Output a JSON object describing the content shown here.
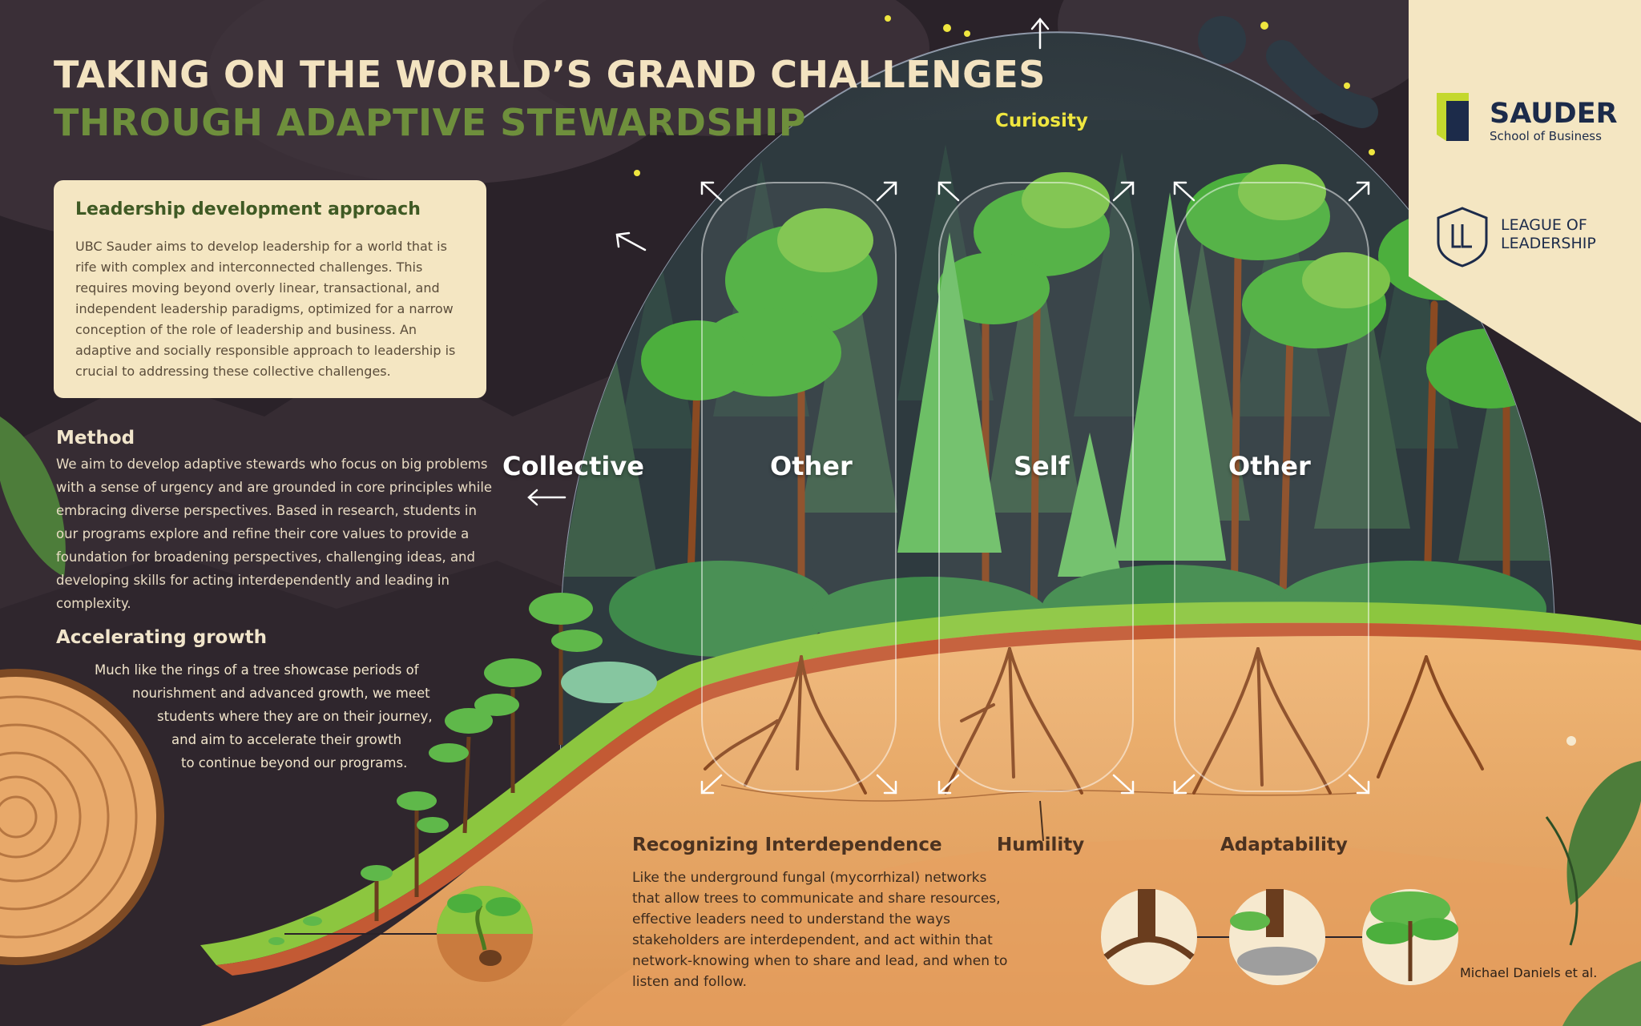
{
  "title": {
    "line1": "TAKING ON THE WORLD’S GRAND CHALLENGES",
    "line2": "THROUGH ADAPTIVE STEWARDSHIP"
  },
  "approach": {
    "heading": "Leadership development approach",
    "body": "UBC Sauder aims to develop leadership for a world that is rife with complex and interconnected challenges. This requires moving beyond overly linear, transactional, and independent leadership paradigms, optimized for a narrow conception of the role of leadership and business. An adaptive and socially responsible approach to leadership is crucial to addressing these collective challenges."
  },
  "method": {
    "heading": "Method",
    "body": "We aim to develop adaptive stewards who focus on big problems with a sense of urgency and are grounded in core principles while embracing diverse perspectives. Based in research, students in our programs explore and refine their core values to provide a foundation for broadening perspectives, challenging ideas, and developing skills for acting interdependently and leading in complexity."
  },
  "growth": {
    "heading": "Accelerating growth",
    "lines": [
      "Much like the rings of a tree showcase periods of",
      "nourishment and advanced growth, we meet",
      "students where they are on their journey,",
      "and aim to accelerate their growth",
      "to continue beyond our programs."
    ]
  },
  "dome": {
    "top_label": "Curiosity",
    "left_label": "Collective",
    "columns": [
      "Other",
      "Self",
      "Other"
    ]
  },
  "interdependence": {
    "heading": "Recognizing Interdependence",
    "body": "Like the underground fungal (mycorrhizal) networks that allow trees to communicate and share resources, effective leaders need to understand the ways stakeholders are interdependent, and act within that network-knowing when to share and lead, and when to listen and follow."
  },
  "values": {
    "humility": "Humility",
    "adaptability": "Adaptability"
  },
  "logos": {
    "sauder_name": "SAUDER",
    "sauder_sub": "School of Business",
    "league_line1": "LEAGUE OF",
    "league_line2": "LEADERSHIP"
  },
  "credit": "Michael Daniels et al.",
  "colors": {
    "background": "#2a2229",
    "cream": "#f4e6c2",
    "title_cream": "#f3e3c0",
    "title_green": "#6e8f3c",
    "curiosity_yellow": "#efe63f",
    "grass": "#8cc63f",
    "soil": "#e7a866",
    "sauder_navy": "#1c2b4a",
    "sauder_lime": "#c4d82e"
  }
}
